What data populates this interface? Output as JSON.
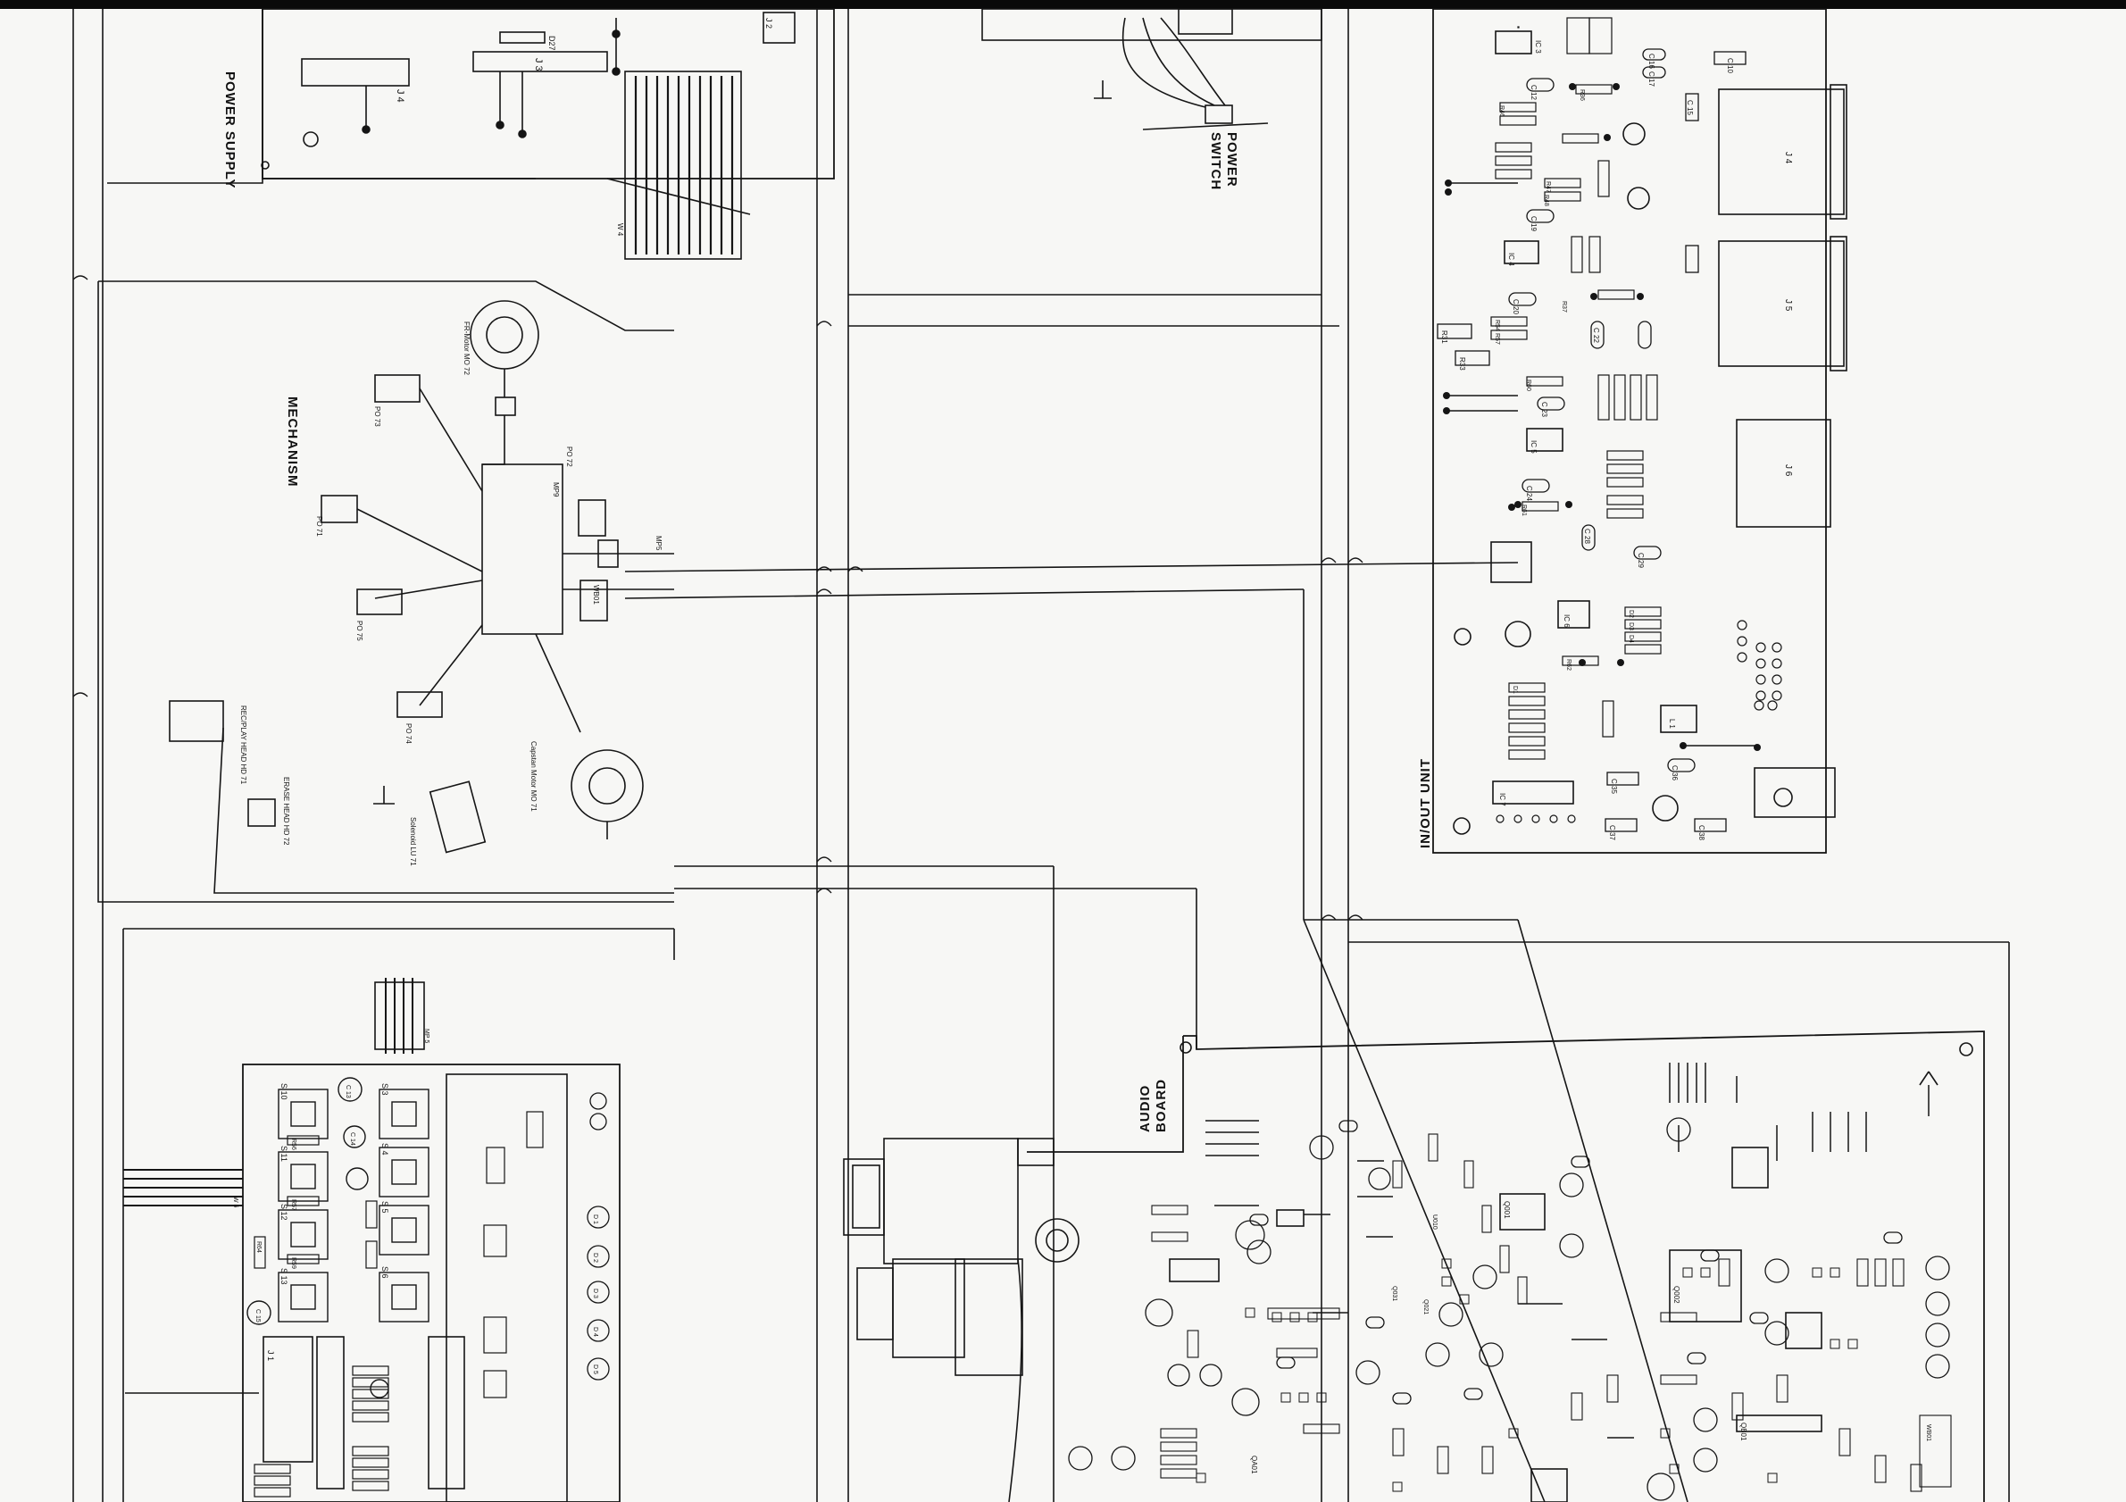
{
  "section_labels": {
    "power_supply": "POWER SUPPLY",
    "power_switch": "POWER SWITCH",
    "mechanism": "MECHANISM",
    "inout_unit": "IN/OUT UNIT",
    "audio_board": "AUDIO BOARD"
  },
  "power_supply_parts": [
    "J 4",
    "J 3",
    "J 2",
    "D27",
    "W 4"
  ],
  "mechanism_parts": [
    "FR-Motor MO 72",
    "PO 73",
    "PO 71",
    "PO 75",
    "PO 74",
    "PO 72",
    "MP9",
    "MP5",
    "WB01",
    "REC/PLAY HEAD HD 71",
    "ERASE HEAD HD 72",
    "Capstan Motor MO 71",
    "Solenoid LU 71"
  ],
  "inout_parts": [
    "IC 3",
    "IC 4",
    "IC 5",
    "IC 6",
    "IC 7",
    "J 4",
    "J 5",
    "J 6",
    "L 1",
    "C 10",
    "C 12",
    "C 15",
    "C 16",
    "C 17",
    "C 19",
    "C 20",
    "C 22",
    "C 23",
    "C 24",
    "C 28",
    "C 29",
    "C 35",
    "C 36",
    "C 37",
    "C 38",
    "R31",
    "R33",
    "R36",
    "R37",
    "R46",
    "R47",
    "R48",
    "R54",
    "R57",
    "R60",
    "R61",
    "R62",
    "D1",
    "D2",
    "D3",
    "D4"
  ],
  "front_panel_parts": [
    "S 3",
    "S 4",
    "S 5",
    "S 6",
    "S 10",
    "S 11",
    "S 12",
    "S 13",
    "J 1",
    "C 13",
    "C 14",
    "C 15",
    "R56",
    "R57",
    "R59",
    "R64",
    "D 1",
    "D 2",
    "D 3",
    "D 4",
    "D 5",
    "MP 5",
    "W 5"
  ],
  "audio_board_parts": [
    "QA01",
    "QB01",
    "Q001",
    "Q002",
    "WB01",
    "U010",
    "Q021",
    "Q031"
  ],
  "colors": {
    "line": "#151515",
    "paper": "#f7f7f5",
    "topbar": "#0a0a0a"
  }
}
